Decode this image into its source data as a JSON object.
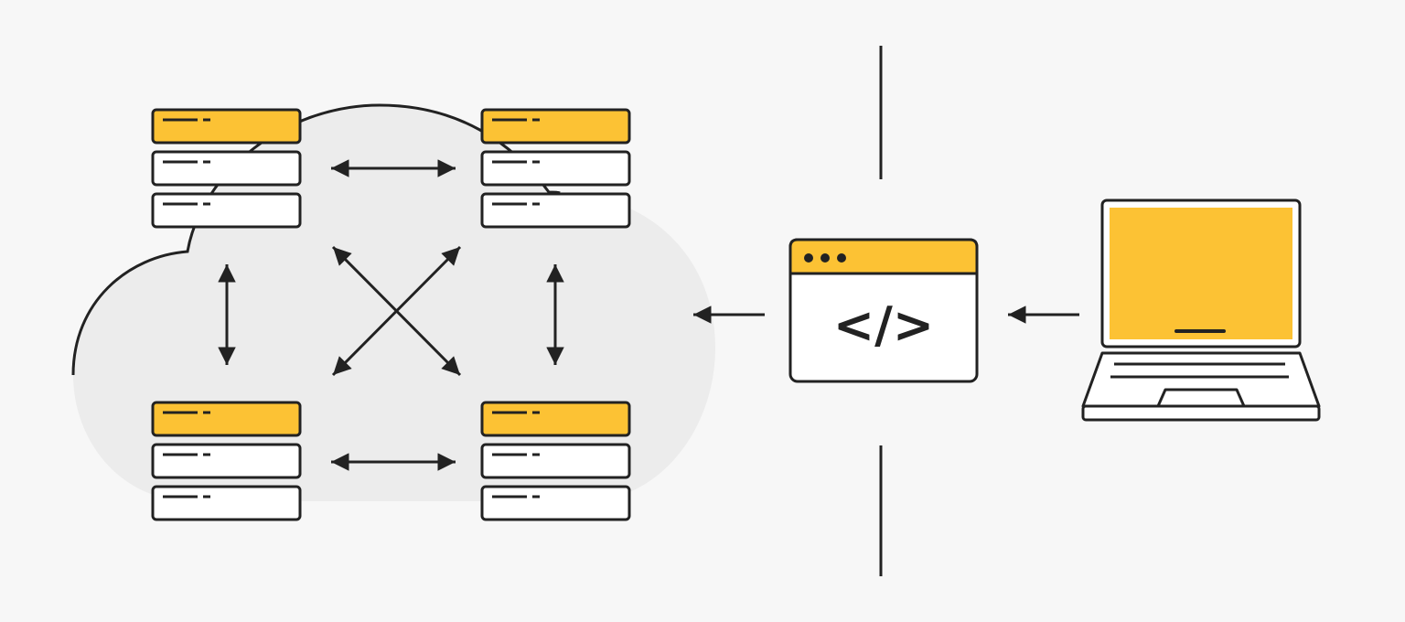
{
  "colors": {
    "background": "#f7f7f7",
    "cloud_fill": "#ececec",
    "accent": "#fcc234",
    "stroke": "#222222",
    "panel": "#ffffff"
  },
  "icons": {
    "cloud": "cloud-icon",
    "server": "server-stack-icon",
    "browser": "code-window-icon",
    "laptop": "laptop-icon",
    "arrow": "arrow-icon"
  },
  "code_window": {
    "symbol": "</>",
    "dots": 3
  },
  "diagram": {
    "nodes": [
      {
        "id": "server-top-left",
        "type": "server",
        "units": 3
      },
      {
        "id": "server-top-right",
        "type": "server",
        "units": 3
      },
      {
        "id": "server-bottom-left",
        "type": "server",
        "units": 3
      },
      {
        "id": "server-bottom-right",
        "type": "server",
        "units": 3
      },
      {
        "id": "code-window",
        "type": "browser"
      },
      {
        "id": "laptop",
        "type": "client"
      }
    ],
    "edges": [
      {
        "from": "server-top-left",
        "to": "server-top-right",
        "direction": "both"
      },
      {
        "from": "server-bottom-left",
        "to": "server-bottom-right",
        "direction": "both"
      },
      {
        "from": "server-top-left",
        "to": "server-bottom-left",
        "direction": "both"
      },
      {
        "from": "server-top-right",
        "to": "server-bottom-right",
        "direction": "both"
      },
      {
        "from": "server-top-left",
        "to": "server-bottom-right",
        "direction": "both"
      },
      {
        "from": "server-top-right",
        "to": "server-bottom-left",
        "direction": "both"
      },
      {
        "from": "code-window",
        "to": "server-cloud",
        "direction": "forward"
      },
      {
        "from": "laptop",
        "to": "code-window",
        "direction": "forward"
      }
    ]
  }
}
